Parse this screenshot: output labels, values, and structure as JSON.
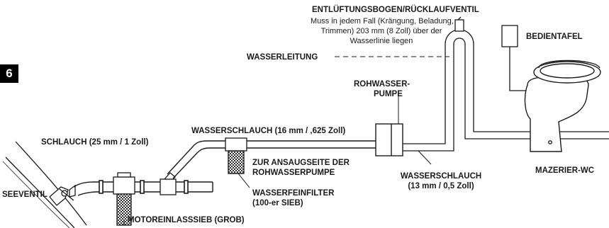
{
  "page_number": "6",
  "labels": {
    "vent_title": "ENTLÜFTUNGSBOGEN/RÜCKLAUFVENTIL",
    "vent_note_1": "Muss in jedem Fall (Krängung, Beladung,",
    "vent_note_2": "Trimmen) 203 mm (8 Zoll) über der",
    "vent_note_3": "Wasserlinie liegen",
    "control_panel": "BEDIENTAFEL",
    "water_line": "WASSERLEITUNG",
    "raw_pump_1": "ROHWASSER-",
    "raw_pump_2": "PUMPE",
    "hose_16": "WASSERSCHLAUCH (16 mm / ,625 Zoll)",
    "hose_25": "SCHLAUCH (25 mm / 1 Zoll)",
    "to_intake_1": "ZUR ANSAUGSEITE DER",
    "to_intake_2": "ROHWASSERPUMPE",
    "hose_13_1": "WASSERSCHLAUCH",
    "hose_13_2": "(13 mm / 0,5 Zoll)",
    "toilet": "MAZERIER-WC",
    "fine_filter_1": "WASSERFEINFILTER",
    "fine_filter_2": "(100-er SIEB)",
    "seacock": "SEEVENTIL",
    "engine_strainer": "MOTOREINLASSSIEB (GROB)"
  },
  "colors": {
    "ink": "#1a1a1a",
    "badge": "#000000",
    "mesh": "#333333"
  }
}
